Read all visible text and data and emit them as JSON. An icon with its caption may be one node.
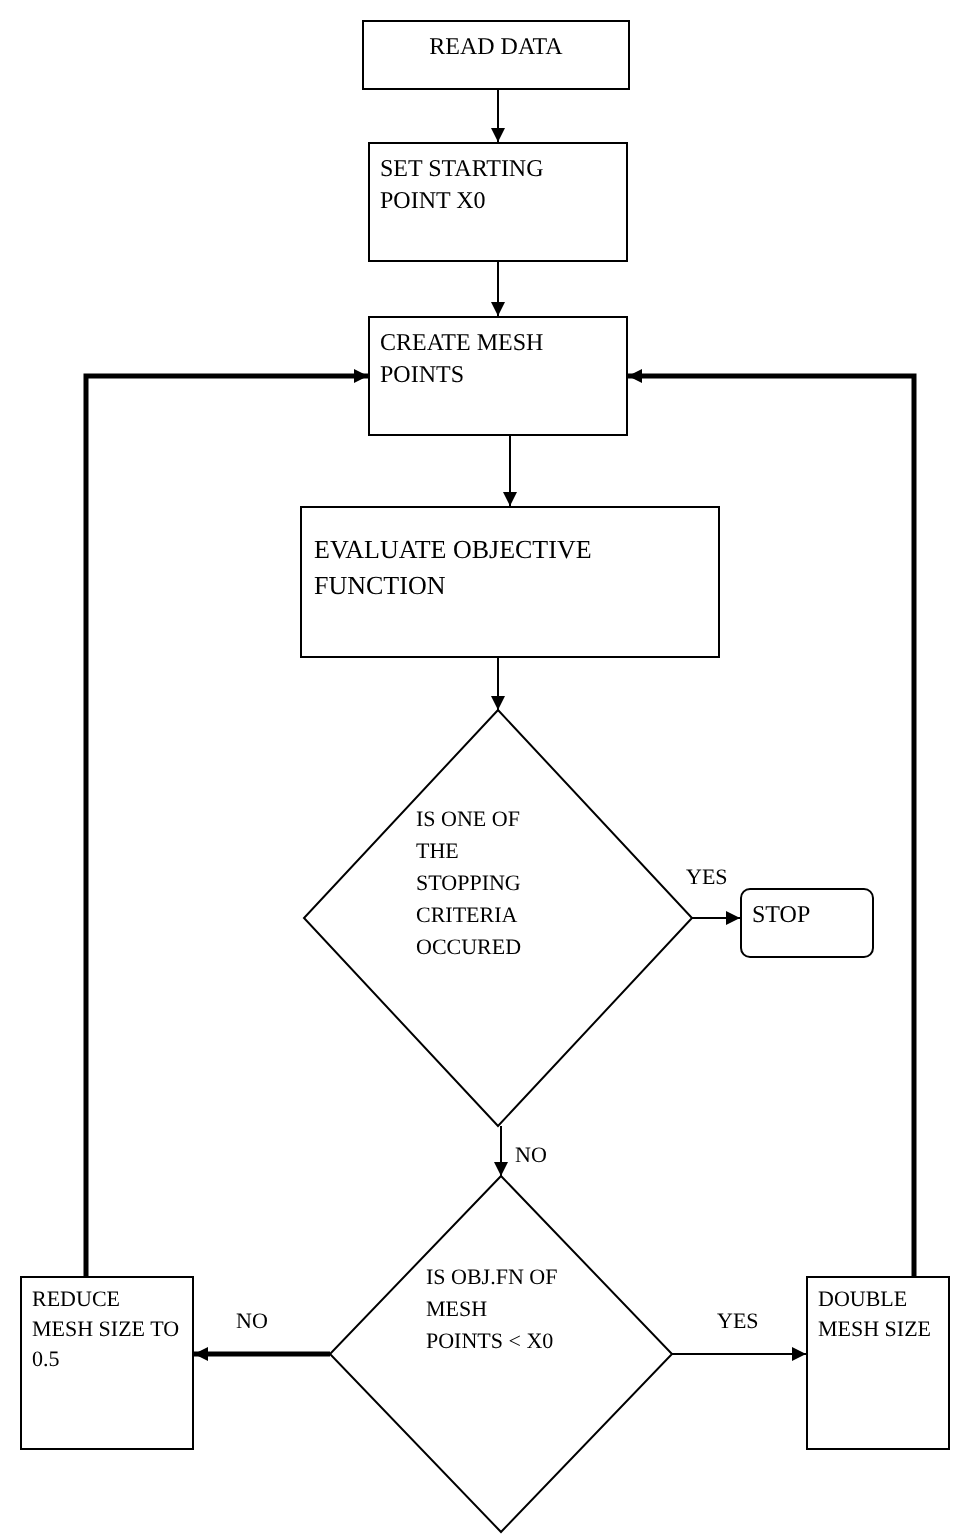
{
  "diagram": {
    "nodes": [
      {
        "text": [
          "READ DATA"
        ]
      },
      {
        "text": [
          "SET STARTING POINT X0"
        ]
      },
      {
        "text": [
          "CREATE MESH POINTS"
        ]
      },
      {
        "text": [
          "EVALUATE OBJECTIVE FUNCTION"
        ]
      },
      {
        "text": [
          "IS ONE OF THE STOPPING CRITERIA OCCURED"
        ]
      },
      {
        "text": [
          "STOP"
        ]
      },
      {
        "text": [
          "IS OBJ.FN OF MESH POINTS < X0"
        ]
      },
      {
        "text": [
          "REDUCE MESH SIZE TO 0.5"
        ]
      },
      {
        "text": [
          "DOUBLE MESH SIZE"
        ]
      }
    ],
    "edges": [
      {
        "from": 0,
        "to": 1,
        "arrow": "to"
      },
      {
        "from": 1,
        "to": 2,
        "arrow": "to"
      },
      {
        "from": 2,
        "to": 3,
        "arrow": "to"
      },
      {
        "from": 3,
        "to": 4,
        "arrow": "to"
      },
      {
        "from": 4,
        "to": 5,
        "arrow": "to",
        "label": "YES"
      },
      {
        "from": 4,
        "to": 6,
        "arrow": "to",
        "label": "NO"
      },
      {
        "from": 6,
        "to": 7,
        "arrow": "to",
        "label": "NO",
        "style": "thick"
      },
      {
        "from": 6,
        "to": 8,
        "arrow": "to",
        "label": "YES"
      },
      {
        "from": 7,
        "to": 2,
        "arrow": "to",
        "style": "thick"
      },
      {
        "from": 8,
        "to": 2,
        "arrow": "to",
        "style": "thick"
      }
    ]
  }
}
